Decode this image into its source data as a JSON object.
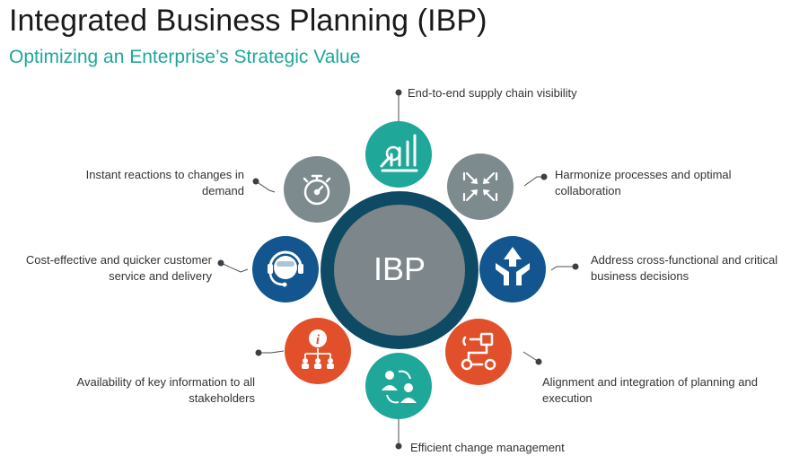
{
  "header": {
    "title": "Integrated Business Planning (IBP)",
    "subtitle": "Optimizing an Enterprise’s Strategic Value"
  },
  "hub": {
    "label": "IBP"
  },
  "colors": {
    "teal": "#1fa79a",
    "gray": "#7d8a8e",
    "navy": "#12558f",
    "orange": "#e1502a",
    "ring": "#0e4a64",
    "hub": "#7d878b"
  },
  "nodes": [
    {
      "id": "top",
      "icon": "chart-magnifier-icon",
      "color": "teal",
      "label": "End-to-end supply chain visibility"
    },
    {
      "id": "upper-right",
      "icon": "converging-arrows-icon",
      "color": "gray",
      "label": "Harmonize processes and optimal collaboration"
    },
    {
      "id": "right",
      "icon": "decision-arrows-icon",
      "color": "navy",
      "label": "Address cross-functional and critical business decisions"
    },
    {
      "id": "lower-right",
      "icon": "process-flow-icon",
      "color": "orange",
      "label": "Alignment and integration of planning and execution"
    },
    {
      "id": "bottom",
      "icon": "people-exchange-icon",
      "color": "teal",
      "label": "Efficient change management"
    },
    {
      "id": "lower-left",
      "icon": "info-hierarchy-icon",
      "color": "orange",
      "label": "Availability of key information to all stakeholders"
    },
    {
      "id": "left",
      "icon": "headset-icon",
      "color": "navy",
      "label": "Cost-effective and quicker customer service and delivery"
    },
    {
      "id": "upper-left",
      "icon": "stopwatch-icon",
      "color": "gray",
      "label": "Instant reactions to changes in demand"
    }
  ]
}
